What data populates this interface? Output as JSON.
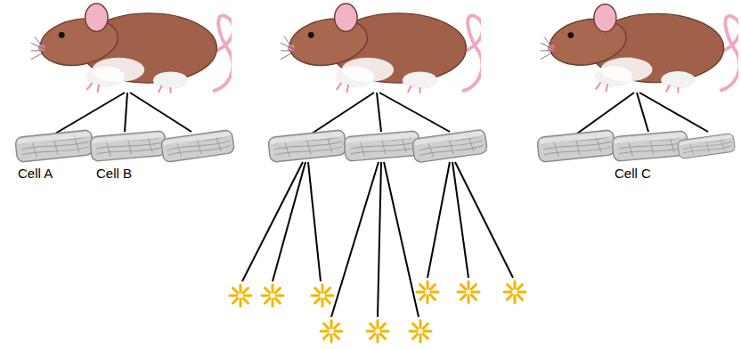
{
  "diagram": {
    "labels": [
      "Cell A",
      "Cell B",
      "Cell C"
    ]
  }
}
